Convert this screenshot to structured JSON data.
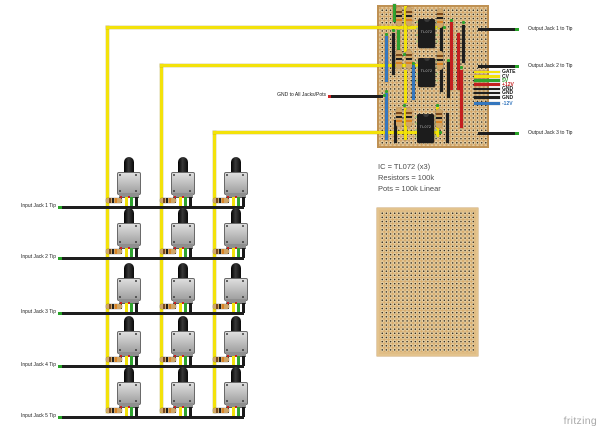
{
  "diagram": {
    "watermark": "fritzing",
    "notes": [
      "IC = TL072 (x3)",
      "Resistors = 100k",
      "Pots = 100k Linear"
    ],
    "gnd_label": "GND to All Jacks/Pots",
    "ic_label": "TL072"
  },
  "input_jacks": [
    "Input Jack 1 Tip",
    "Input Jack 2 Tip",
    "Input Jack 3 Tip",
    "Input Jack 4 Tip",
    "Input Jack 5 Tip"
  ],
  "output_jacks": [
    "Output Jack 1 to Tip",
    "Output Jack 2 to Tip",
    "Output Jack 3 to Tip"
  ],
  "bus": [
    {
      "label": "GATE",
      "wire": "yellow",
      "text_color": "#1a1a1a"
    },
    {
      "label": "CV",
      "wire": "yellow",
      "text_color": "#1a1a1a"
    },
    {
      "label": "5V",
      "wire": "green",
      "text_color": "#2e9e2e"
    },
    {
      "label": "+12V",
      "wire": "red",
      "text_color": "#c42020"
    },
    {
      "label": "GND",
      "wire": "black",
      "text_color": "#1a1a1a"
    },
    {
      "label": "GND",
      "wire": "black",
      "text_color": "#1a1a1a"
    },
    {
      "label": "GND",
      "wire": "black",
      "text_color": "#1a1a1a"
    },
    {
      "label": "-12V",
      "wire": "blue",
      "text_color": "#3577be"
    }
  ],
  "colors": {
    "yellow": "#f3e20a",
    "black": "#1e1e1e",
    "red": "#c42020",
    "blue": "#3577be",
    "green": "#2fa32f",
    "board_top": "#d2a468",
    "board_bottom": "#d8ad70",
    "tip_green": "#27a327",
    "tip_red": "#cc2222",
    "resistor_body": "#d0a668"
  }
}
